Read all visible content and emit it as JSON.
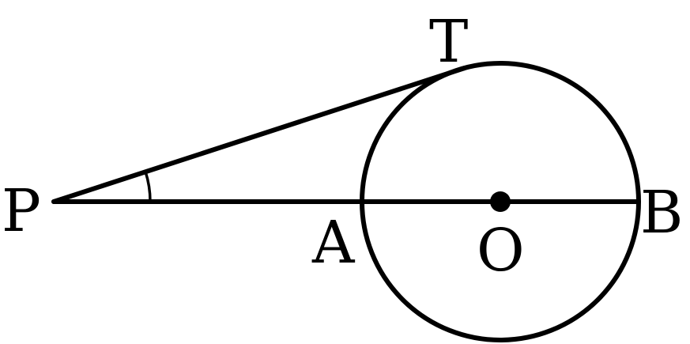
{
  "colors": {
    "ink": "#000000",
    "background": "#ffffff"
  },
  "labels": {
    "P": "P",
    "T": "T",
    "A": "A",
    "O": "O",
    "B": "B"
  }
}
